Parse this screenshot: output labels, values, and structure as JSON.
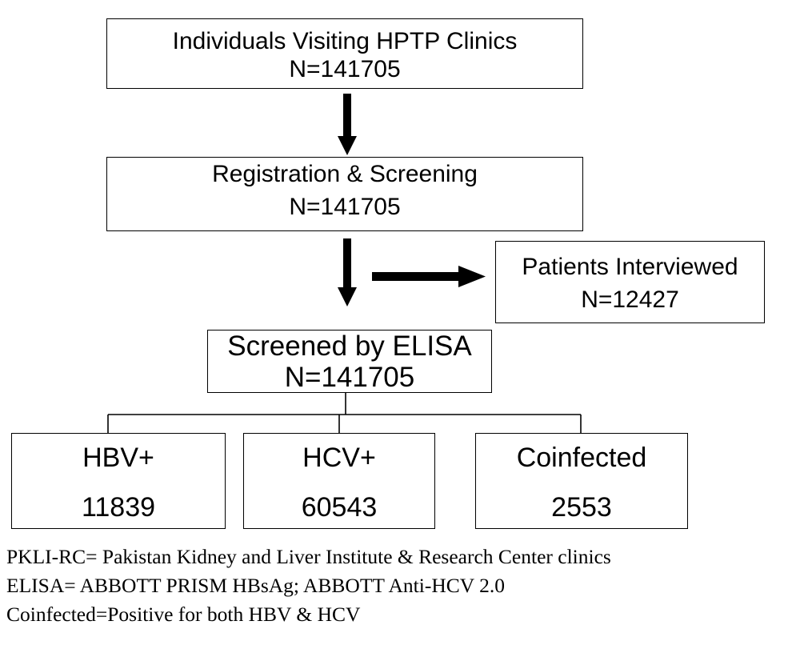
{
  "flowchart": {
    "visiting": {
      "title": "Individuals Visiting HPTP Clinics",
      "count": "N=141705"
    },
    "registration": {
      "title": "Registration & Screening",
      "count": "N=141705"
    },
    "interviewed": {
      "title": "Patients Interviewed",
      "count": "N=12427"
    },
    "elisa": {
      "title": "Screened by ELISA",
      "count": "N=141705"
    },
    "hbv": {
      "title": "HBV+",
      "count": "11839"
    },
    "hcv": {
      "title": "HCV+",
      "count": "60543"
    },
    "coinfected": {
      "title": "Coinfected",
      "count": "2553"
    }
  },
  "footnotes": [
    "PKLI-RC= Pakistan Kidney and Liver Institute & Research Center clinics",
    "ELISA= ABBOTT PRISM HBsAg; ABBOTT Anti-HCV 2.0",
    "Coinfected=Positive for both HBV & HCV"
  ],
  "colors": {
    "line": "#000000",
    "background": "#ffffff"
  }
}
